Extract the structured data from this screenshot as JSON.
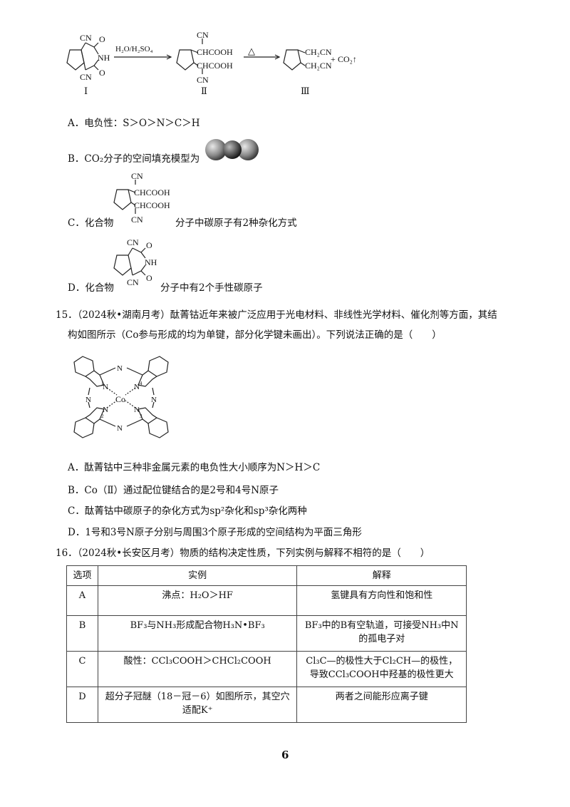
{
  "scheme": {
    "reagent": "H₂O/H₂SO₄",
    "heat": "△",
    "labels": [
      "Ⅰ",
      "Ⅱ",
      "Ⅲ"
    ],
    "cn": "CN",
    "o": "O",
    "nh": "NH",
    "chcooh": "CHCOOH",
    "ch2cn": "CH₂CN",
    "plus": "+",
    "co2": "CO₂↑"
  },
  "q14": {
    "options": [
      "A．电负性：S＞O＞N＞C＞H",
      "B．CO₂分子的空间填充模型为",
      "C．化合物",
      "D．化合物"
    ],
    "c_tail": "分子中碳原子有2种杂化方式",
    "d_tail": "分子中有2个手性碳原子"
  },
  "q15": {
    "stem_line1": "15．（2024秋•湖南月考）酞菁钴近年来被广泛应用于光电材料、非线性光学材料、催化剂等方面，其结",
    "stem_line2": "构如图所示（Co参与形成的均为单键，部分化学键未画出）。下列说法正确的是（　　）",
    "figure": {
      "co": "Co",
      "n": "N",
      "nums": [
        "1",
        "2",
        "3",
        "4"
      ]
    },
    "options": [
      "A．酞菁钴中三种非金属元素的电负性大小顺序为N＞H＞C",
      "B．Co（Ⅱ）通过配位键结合的是2号和4号N原子",
      "C．酞菁钴中碳原子的杂化方式为sp²杂化和sp³杂化两种",
      "D．1号和3号N原子分别与周围3个原子形成的空间结构为平面三角形"
    ]
  },
  "q16": {
    "stem": "16．（2024秋•长安区月考）物质的结构决定性质，下列实例与解释不相符的是（　　）",
    "headers": [
      "选项",
      "实例",
      "解释"
    ],
    "rows": [
      {
        "opt": "A",
        "example": "沸点：H₂O＞HF",
        "explain": "氢键具有方向性和饱和性"
      },
      {
        "opt": "B",
        "example": "BF₃与NH₃形成配合物H₃N•BF₃",
        "explain": "BF₃中的B有空轨道，可接受NH₃中N的孤电子对"
      },
      {
        "opt": "C",
        "example": "酸性：CCl₃COOH＞CHCl₂COOH",
        "explain": "Cl₃C—的极性大于Cl₂CH—的极性，导致CCl₃COOH中羟基的极性更大"
      },
      {
        "opt": "D",
        "example": "超分子冠醚（18－冠－6）如图所示，其空穴适配K⁺",
        "explain": "两者之间能形应离子键"
      }
    ]
  },
  "page_number": "6"
}
